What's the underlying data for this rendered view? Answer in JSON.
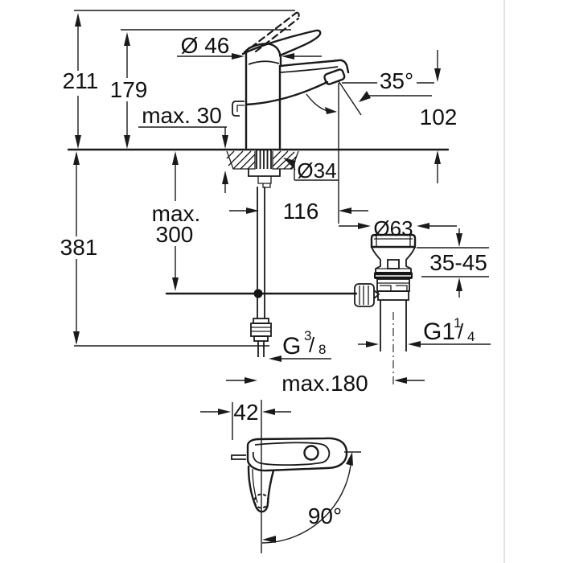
{
  "dimensions": {
    "total_height": "211",
    "lever_height": "179",
    "deck_thickness_max": "max. 30",
    "body_diameter": "Ø 46",
    "outlet_angle": "35°",
    "outlet_height": "102",
    "shank_diameter": "Ø34",
    "outlet_reach": "116",
    "hose_length_line1": "max.",
    "hose_length_line2": "300",
    "depth_below_deck": "381",
    "waste_flange_diameter": "Ø63",
    "basin_thickness_range": "35-45",
    "supply_thread": {
      "g": "G",
      "numerator": "3",
      "slash": "/",
      "denominator": "8"
    },
    "waste_thread": {
      "g": "G1",
      "numerator": "1",
      "slash": "/",
      "denominator": "4"
    },
    "rod_offset_max": "max.180",
    "handle_projection": "42",
    "handle_swivel": "90°"
  },
  "colors": {
    "line": "#1a1a1a",
    "text": "#111111",
    "background": "#ffffff",
    "frame": "#d9d9d9"
  }
}
